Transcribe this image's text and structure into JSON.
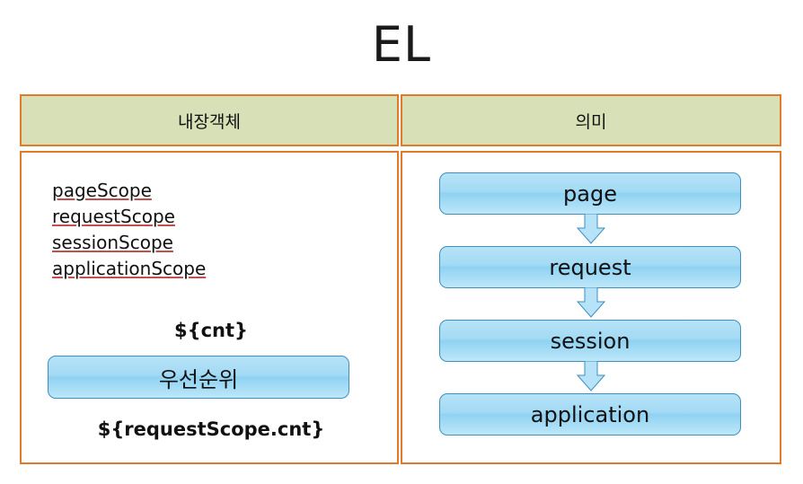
{
  "page": {
    "title": "EL"
  },
  "table": {
    "headers": [
      "내장객체",
      "의미"
    ],
    "left": {
      "scopes": [
        "pageScope",
        "requestScope",
        "sessionScope",
        "applicationScope"
      ],
      "expression_top": "${cnt}",
      "priority_box": "우선순위",
      "expression_bottom": "${requestScope.cnt}"
    },
    "right": {
      "boxes": [
        "page",
        "request",
        "session",
        "application"
      ],
      "arrows": [
        "down-arrow",
        "down-arrow",
        "down-arrow"
      ]
    }
  },
  "colors": {
    "frame_border": "#e07b29",
    "header_fill": "#d7e0b6",
    "box_fill": "#a9dcf4",
    "box_border": "#3f8fbf",
    "underline": "#c0504d"
  }
}
